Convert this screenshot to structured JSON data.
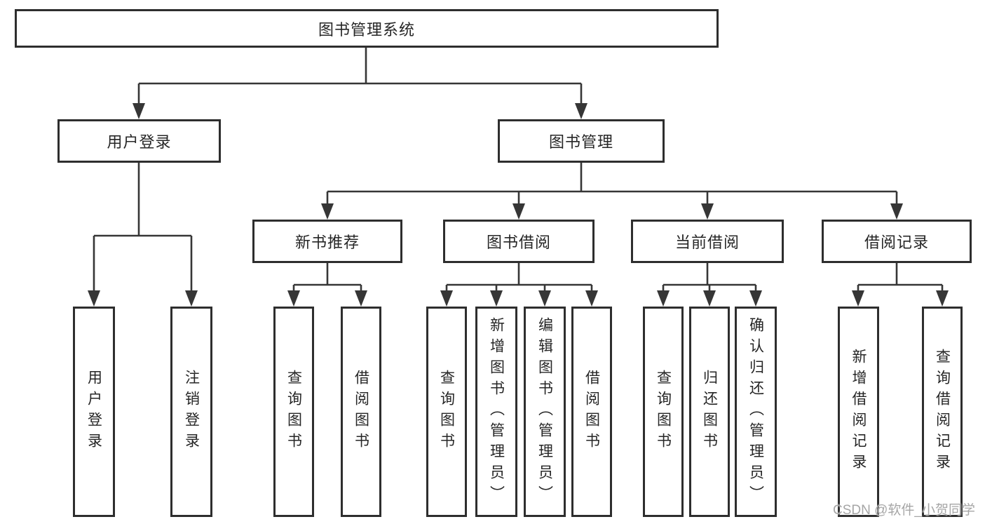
{
  "diagram": {
    "root": {
      "label": "图书管理系统"
    },
    "branches": [
      {
        "label": "用户登录",
        "children": [
          {
            "label": "用户登录"
          },
          {
            "label": "注销登录"
          }
        ]
      },
      {
        "label": "图书管理",
        "sections": [
          {
            "label": "新书推荐",
            "children": [
              {
                "label": "查询图书"
              },
              {
                "label": "借阅图书"
              }
            ]
          },
          {
            "label": "图书借阅",
            "children": [
              {
                "label": "查询图书"
              },
              {
                "label": "新增图书（管理员）"
              },
              {
                "label": "编辑图书（管理员）"
              },
              {
                "label": "借阅图书"
              }
            ]
          },
          {
            "label": "当前借阅",
            "children": [
              {
                "label": "查询图书"
              },
              {
                "label": "归还图书"
              },
              {
                "label": "确认归还（管理员）"
              }
            ]
          },
          {
            "label": "借阅记录",
            "children": [
              {
                "label": "新增借阅记录"
              },
              {
                "label": "查询借阅记录"
              }
            ]
          }
        ]
      }
    ]
  },
  "watermark": {
    "text": "CSDN @软件_小贺同学"
  },
  "colors": {
    "line": "#363636",
    "border": "#2e2e2e",
    "fill": "#ffffff",
    "text": "#262626",
    "background": "#ffffff",
    "watermark": "#a6a6a6"
  }
}
